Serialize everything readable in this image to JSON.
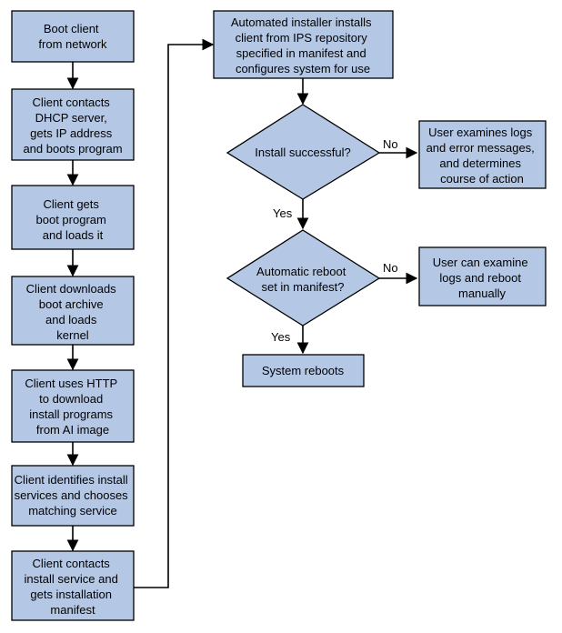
{
  "left_column": [
    {
      "lines": [
        "Boot client",
        "from network"
      ]
    },
    {
      "lines": [
        "Client contacts",
        "DHCP server,",
        "gets IP address",
        "and boots program"
      ]
    },
    {
      "lines": [
        "Client gets",
        "boot program",
        "and loads it"
      ]
    },
    {
      "lines": [
        "Client downloads",
        "boot archive",
        "and loads",
        "kernel"
      ]
    },
    {
      "lines": [
        "Client uses HTTP",
        "to download",
        "install programs",
        "from AI image"
      ]
    },
    {
      "lines": [
        "Client identifies install",
        "services and chooses",
        "matching service"
      ]
    },
    {
      "lines": [
        "Client contacts",
        "install service and",
        "gets installation",
        "manifest"
      ]
    }
  ],
  "install_box": {
    "lines": [
      "Automated installer installs",
      "client from IPS repository",
      "specified in manifest and",
      "configures system for use"
    ]
  },
  "decision_install": {
    "lines": [
      "Install successful?"
    ]
  },
  "no_result_1": {
    "lines": [
      "User examines logs",
      "and error messages,",
      "and determines",
      "course of action"
    ]
  },
  "decision_reboot": {
    "lines": [
      "Automatic reboot",
      "set in manifest?"
    ]
  },
  "no_result_2": {
    "lines": [
      "User can examine",
      "logs and reboot",
      "manually"
    ]
  },
  "final_box": {
    "lines": [
      "System reboots"
    ]
  },
  "labels": {
    "yes": "Yes",
    "no": "No"
  },
  "colors": {
    "box_fill": "#b4c8e6",
    "stroke": "#000000"
  }
}
